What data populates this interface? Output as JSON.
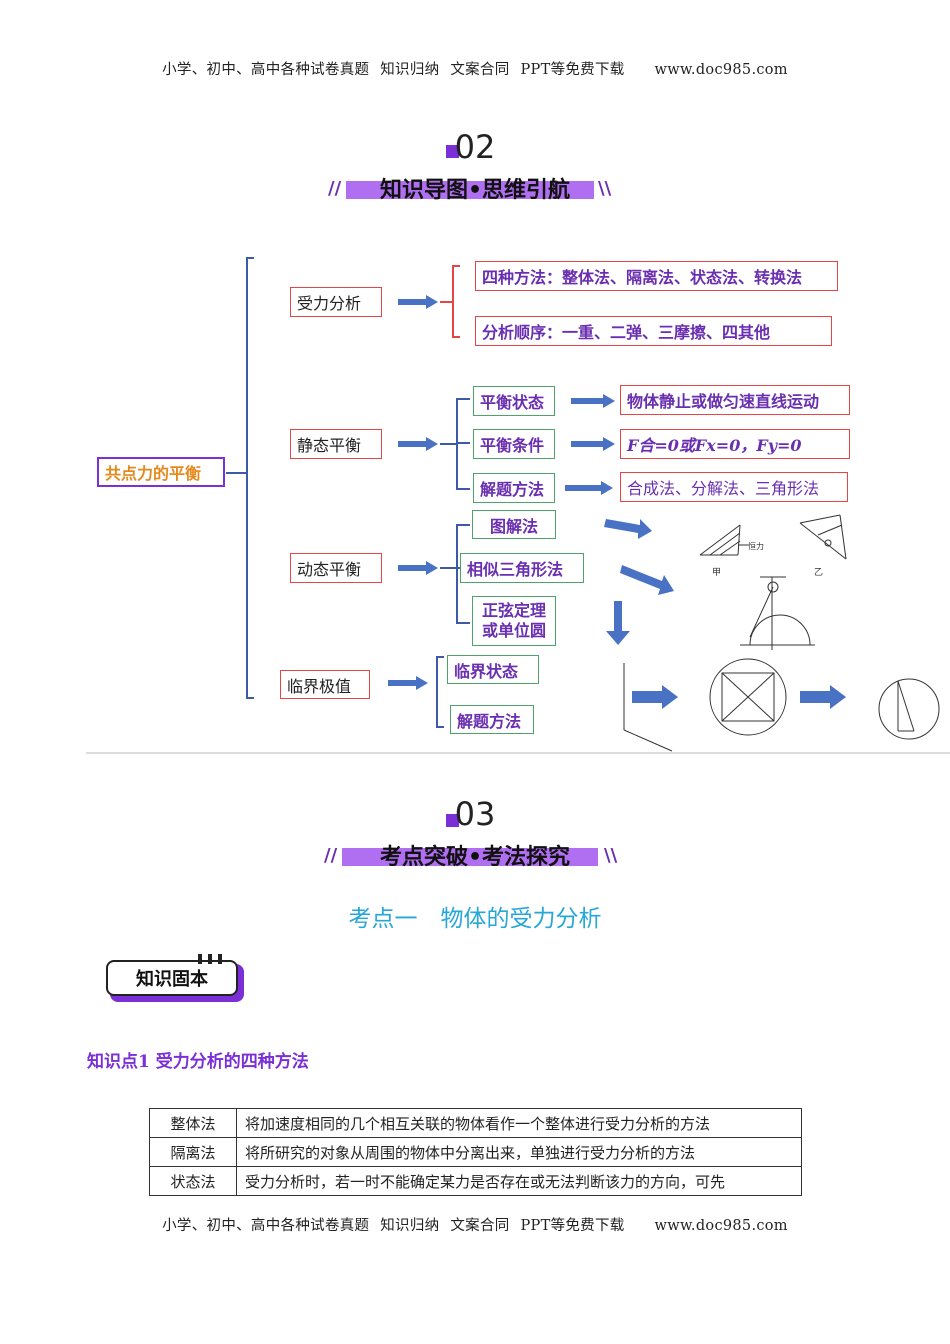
{
  "header": {
    "items": [
      "小学、初中、高中各种试卷真题",
      "知识归纳",
      "文案合同",
      "PPT等免费下载"
    ],
    "url": "www.doc985.com"
  },
  "section2": {
    "number": "02",
    "title": "知识导图•思维引航"
  },
  "mindmap": {
    "root": "共点力的平衡",
    "branch1": {
      "label": "受力分析",
      "items": [
        "四种方法：整体法、隔离法、状态法、转换法",
        "分析顺序：一重、二弹、三摩擦、四其他"
      ]
    },
    "branch2": {
      "label": "静态平衡",
      "items": [
        {
          "label": "平衡状态",
          "result": "物体静止或做匀速直线运动"
        },
        {
          "label": "平衡条件",
          "result": "F合=0或Fx=0，Fy=0"
        },
        {
          "label": "解题方法",
          "result": "合成法、分解法、三角形法"
        }
      ]
    },
    "branch3": {
      "label": "动态平衡",
      "items": [
        "图解法",
        "相似三角形法",
        "正弦定理",
        "或单位圆"
      ]
    },
    "branch4": {
      "label": "临界极值",
      "items": [
        "临界状态",
        "解题方法"
      ]
    },
    "diagram_labels": {
      "jia": "甲",
      "yi": "乙",
      "hengli": "恒力"
    }
  },
  "section3": {
    "number": "03",
    "title": "考点突破•考法探究"
  },
  "kaodian": "考点一　物体的受力分析",
  "badge": "知识固本",
  "knowledge_point": "知识点1 受力分析的四种方法",
  "table": [
    {
      "name": "整体法",
      "desc": "将加速度相同的几个相互关联的物体看作一个整体进行受力分析的方法"
    },
    {
      "name": "隔离法",
      "desc": "将所研究的对象从周围的物体中分离出来，单独进行受力分析的方法"
    },
    {
      "name": "状态法",
      "desc": "受力分析时，若一时不能确定某力是否存在或无法判断该力的方向，可先"
    }
  ],
  "colors": {
    "accent_purple": "#7b2fd6",
    "band_purple": "#b06ff0",
    "arrow_blue": "#4a72c4",
    "title_cyan": "#27a6d8"
  }
}
